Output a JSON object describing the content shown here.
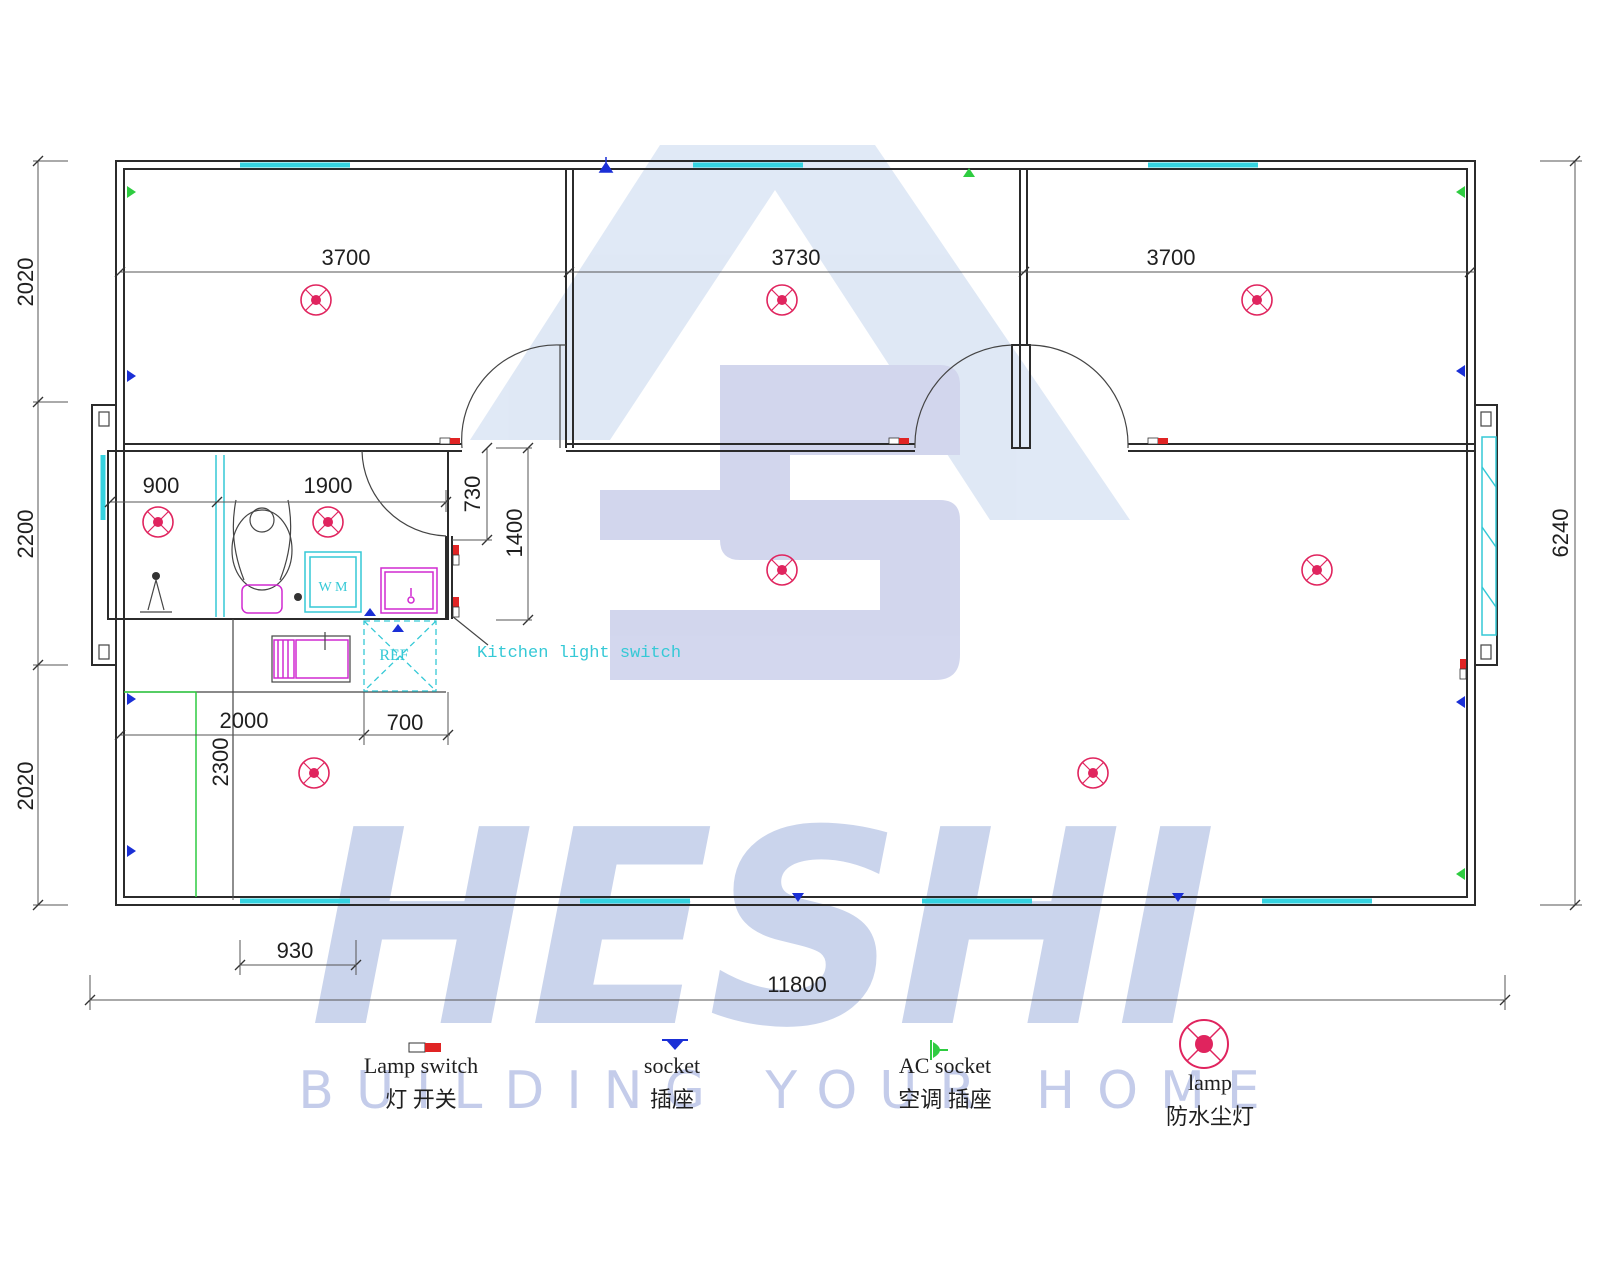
{
  "dimensions": {
    "top_room_1": "3700",
    "top_room_2": "3730",
    "top_room_3": "3700",
    "bath_width": "900",
    "bath_width_2": "1900",
    "door_730": "730",
    "height_1400": "1400",
    "kitchen_2000": "2000",
    "kitchen_700": "700",
    "kitchen_2300": "2300",
    "bottom_930": "930",
    "overall_width": "11800",
    "left_top": "2020",
    "left_mid": "2200",
    "left_bottom": "2020",
    "right_total": "6240"
  },
  "labels": {
    "kitchen_switch": "Kitchen light switch",
    "washing_machine": "W M",
    "fridge": "REF"
  },
  "watermark": {
    "brand": "HESHI",
    "tagline": "BUILDING YOUR HOME"
  },
  "legend": {
    "lamp_switch_en": "Lamp switch",
    "lamp_switch_cn": "灯 开关",
    "socket_en": "socket",
    "socket_cn": "插座",
    "ac_socket_en": "AC socket",
    "ac_socket_cn": "空调 插座",
    "lamp_en": "lamp",
    "lamp_cn": "防水尘灯"
  },
  "colors": {
    "wall": "#2b2b2b",
    "window": "#35d3e0",
    "lamp": "#e0245e",
    "socket": "#1a2fd6",
    "ac_socket": "#2ecc40",
    "switch": "#e02424",
    "watermark_blue": "#9aa6d8"
  }
}
